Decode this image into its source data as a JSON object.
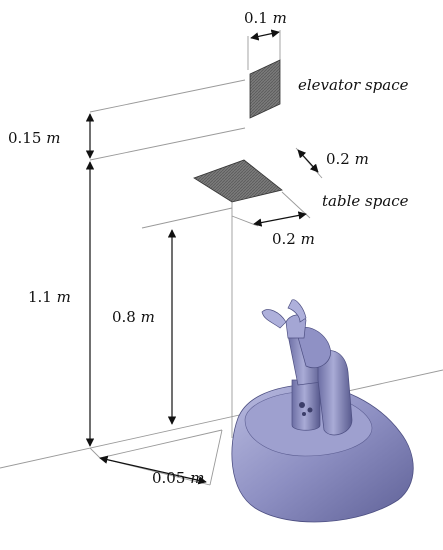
{
  "dimensions": {
    "top_width": {
      "value": "0.1",
      "unit": "m"
    },
    "elevator_offset": {
      "value": "0.15",
      "unit": "m"
    },
    "table_depth": {
      "value": "0.2",
      "unit": "m"
    },
    "table_width": {
      "value": "0.2",
      "unit": "m"
    },
    "elevator_height": {
      "value": "1.1",
      "unit": "m"
    },
    "table_height": {
      "value": "0.8",
      "unit": "m"
    },
    "base_offset": {
      "value": "0.05",
      "unit": "m"
    }
  },
  "labels": {
    "elevator_space": "elevator space",
    "table_space": "table space"
  },
  "colors": {
    "robot": "#7f81b0",
    "patch": "#6f6f6f",
    "lines": "#9a9a9a"
  }
}
